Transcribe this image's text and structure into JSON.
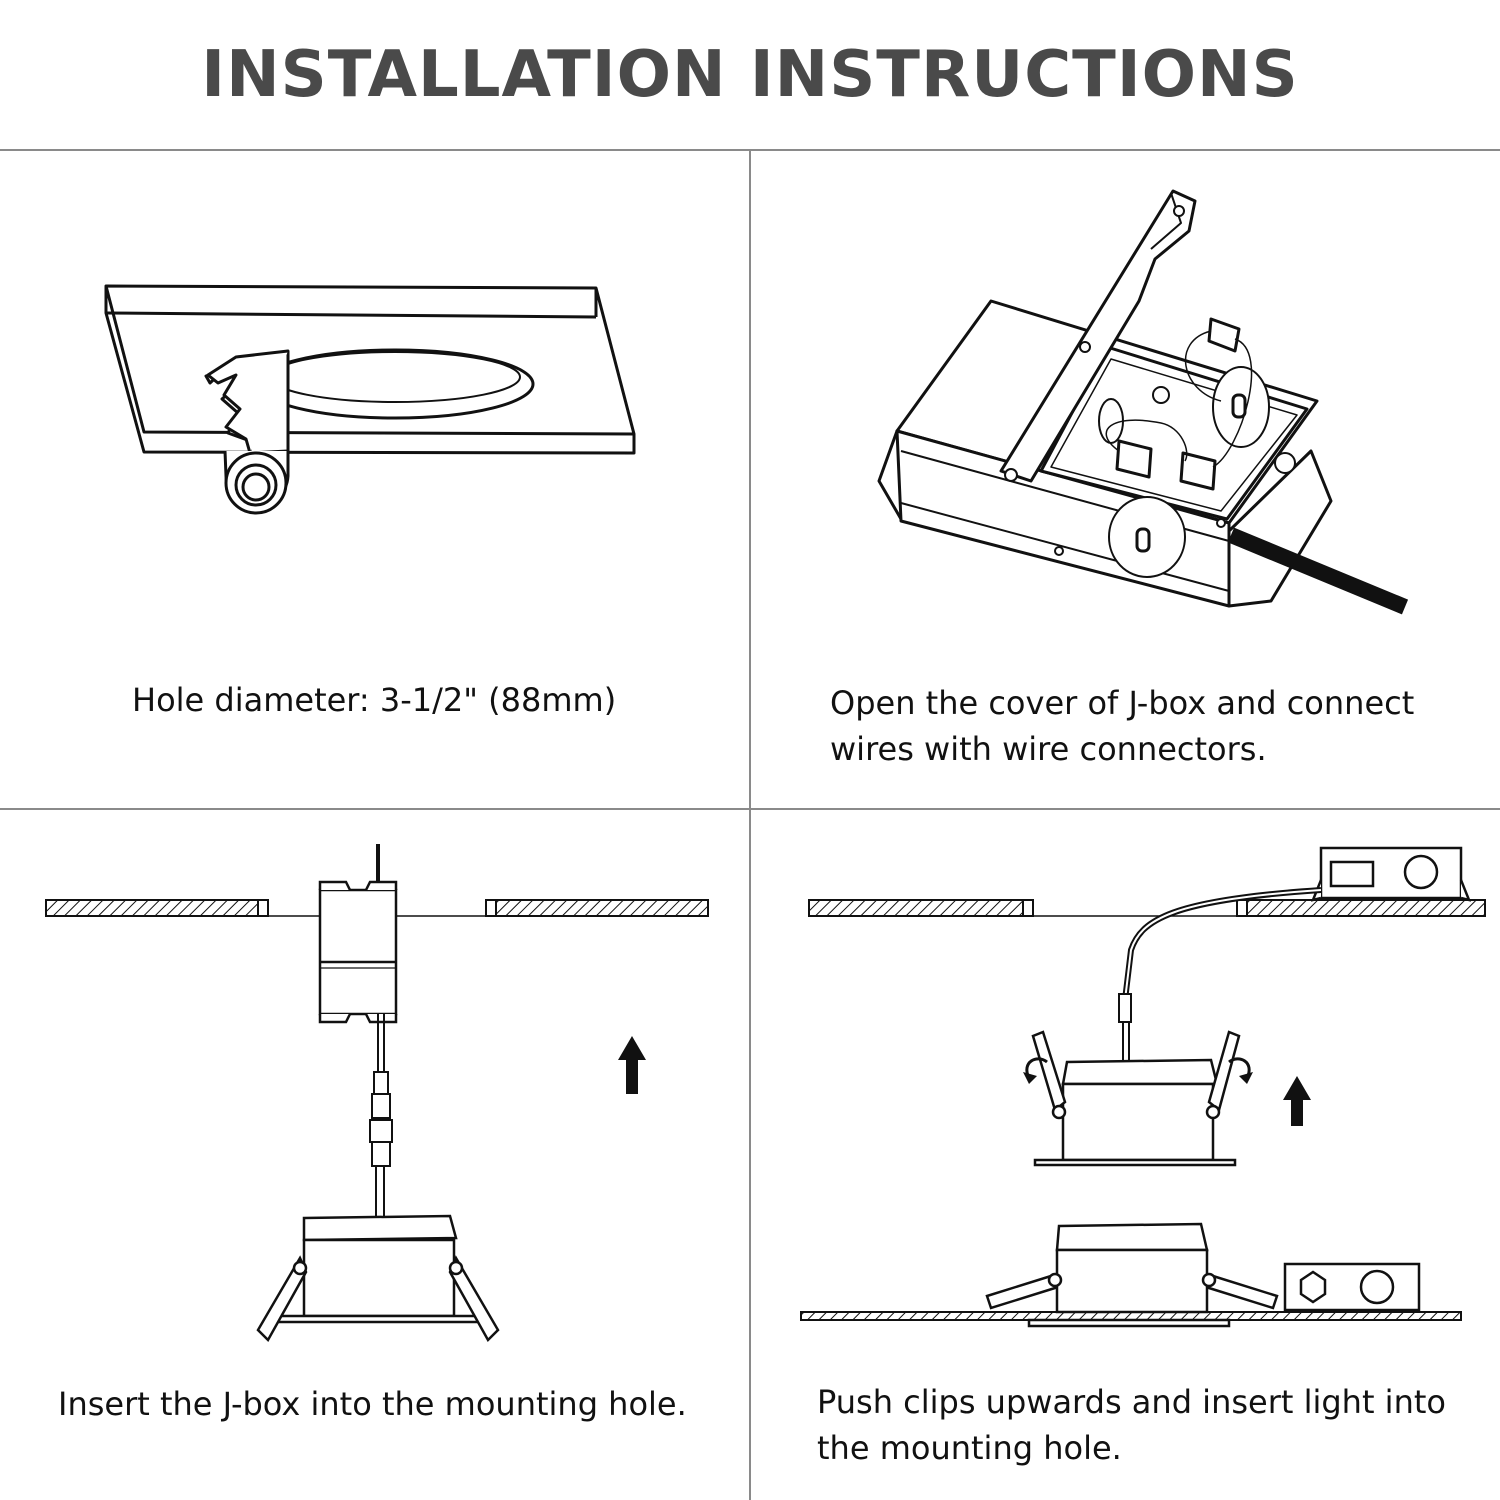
{
  "header": {
    "title": "INSTALLATION INSTRUCTIONS"
  },
  "steps": [
    {
      "caption": "Hole diameter: 3-1/2\" (88mm)",
      "illustration": "saw-cutting-hole-icon"
    },
    {
      "caption": "Open the cover of J-box and connect wires with wire connectors.",
      "illustration": "junction-box-wiring-icon"
    },
    {
      "caption": "Insert the J-box into the mounting hole.",
      "illustration": "insert-jbox-icon"
    },
    {
      "caption": "Push clips upwards and insert light into the mounting hole.",
      "illustration": "insert-light-icon"
    }
  ],
  "colors": {
    "title": "#4a4a4a",
    "divider": "#8a8a8a",
    "line_art": "#111111"
  }
}
